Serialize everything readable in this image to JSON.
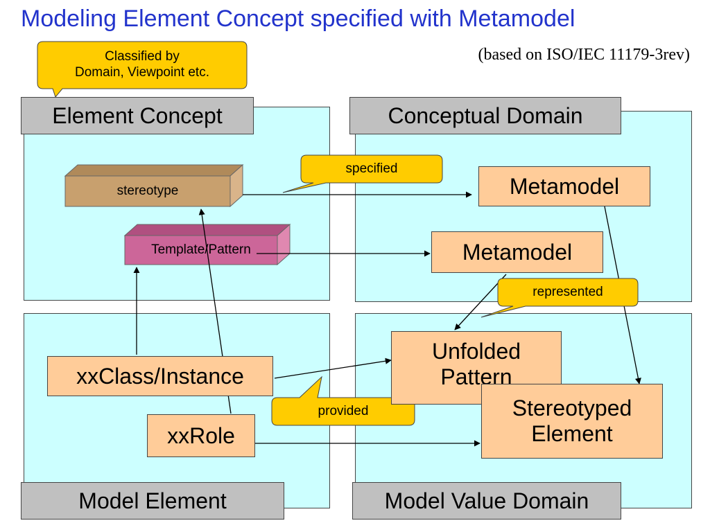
{
  "title": "Modeling Element Concept specified with Metamodel",
  "subtitle": "(based on ISO/IEC 11179-3rev)",
  "callouts": {
    "classified": "Classified by\nDomain, Viewpoint etc.",
    "specified": "specified",
    "represented": "represented",
    "provided": "provided"
  },
  "quadrants": {
    "element_concept": "Element Concept",
    "conceptual_domain": "Conceptual Domain",
    "model_element": "Model Element",
    "model_value_domain": "Model Value Domain"
  },
  "boxes": {
    "stereotype": "stereotype",
    "template_pattern": "Template/Pattern",
    "metamodel_1": "Metamodel",
    "metamodel_2": "Metamodel",
    "class_instance": "xxClass/Instance",
    "role": "xxRole",
    "unfolded_pattern": "Unfolded\nPattern",
    "stereotyped_element": "Stereotyped\nElement"
  },
  "colors": {
    "title": "#2233cc",
    "quadrant_fill": "#ccffff",
    "label_fill": "#c0c0c0",
    "box_fill": "#ffcc99",
    "callout_fill": "#ffcc00",
    "stereotype_fill": "#c8a06e",
    "template_fill": "#cc6699"
  }
}
